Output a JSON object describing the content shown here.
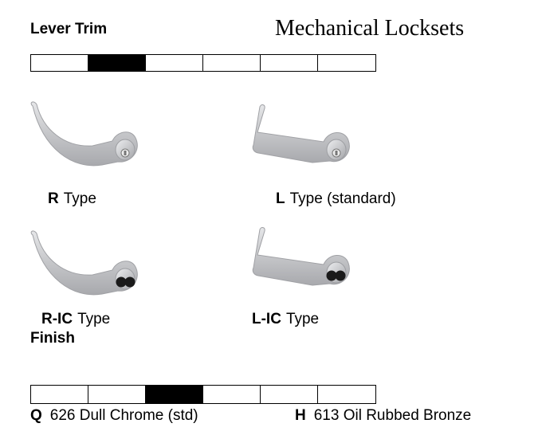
{
  "header": {
    "section_title": "Lever Trim",
    "doc_title": "Mechanical Locksets",
    "tab_count": 6,
    "active_tab_index": 1
  },
  "levers": [
    {
      "code": "R",
      "label": "Type",
      "icon": "r-type-lever-icon"
    },
    {
      "code": "L",
      "label": "Type (standard)",
      "icon": "l-type-lever-icon"
    },
    {
      "code": "R-IC",
      "label": "Type",
      "icon": "r-ic-type-lever-icon"
    },
    {
      "code": "L-IC",
      "label": "Type",
      "icon": "l-ic-type-lever-icon"
    }
  ],
  "finish": {
    "title": "Finish",
    "tab_count": 6,
    "active_tab_index": 2,
    "options": [
      {
        "code": "Q",
        "label": "626 Dull Chrome (std)"
      },
      {
        "code": "H",
        "label": "613 Oil Rubbed Bronze"
      }
    ]
  },
  "colors": {
    "lever_metal": "#c9cacc",
    "active_tab": "#000000",
    "text": "#000000"
  }
}
